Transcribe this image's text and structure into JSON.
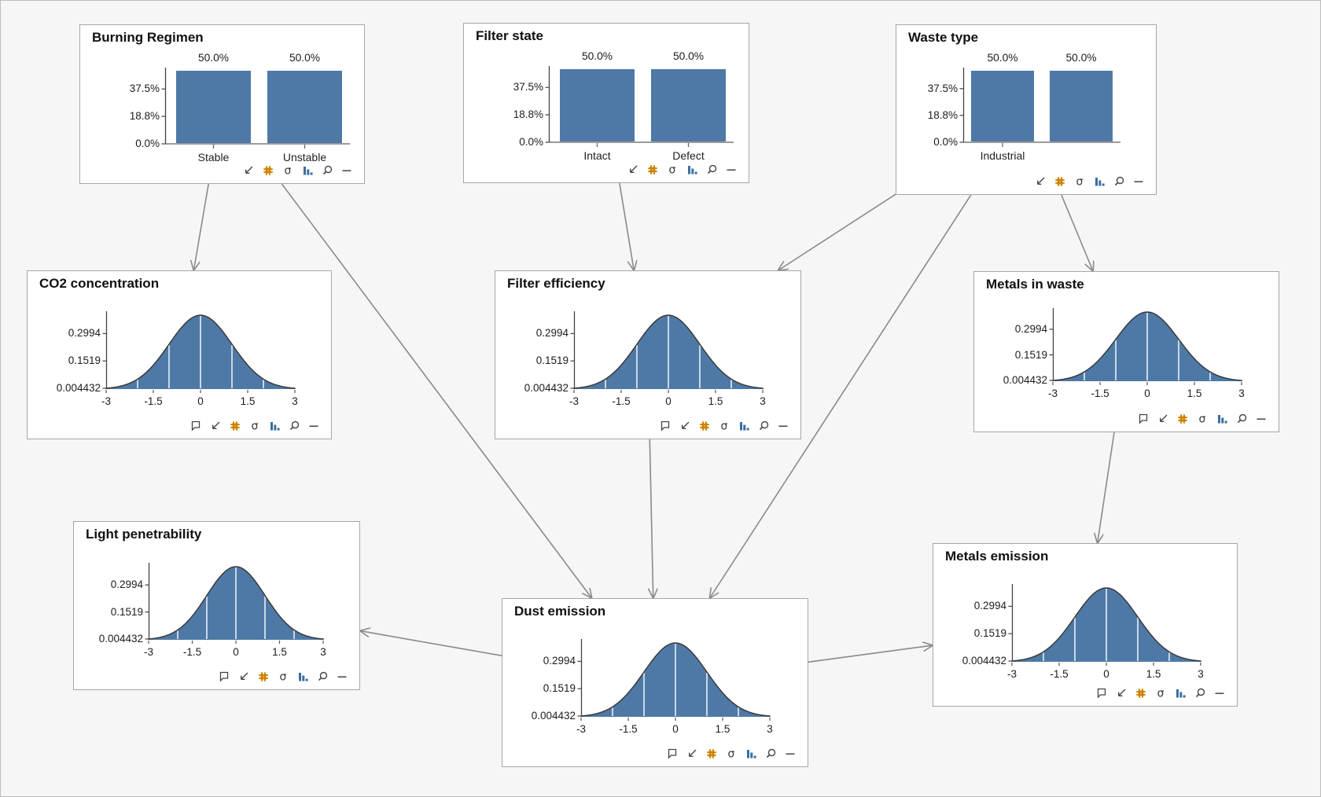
{
  "app": {
    "background": "#f6f6f6",
    "frame_border": "#bdbdbd"
  },
  "colors": {
    "node_fill": "#ffffff",
    "node_border": "#a6a6a6",
    "bar_fill": "#4e79a7",
    "curve_fill": "#4e79a7",
    "curve_outline": "#3a3a3a",
    "gridline_white": "#ffffff",
    "baseline_gray": "#9a9a9a",
    "axis_dark": "#444444",
    "edge_gray": "#8a8a8a",
    "icon_gray": "#444444",
    "icon_orange_fill": "#f7a82a",
    "icon_orange_line": "#c87f00",
    "icon_blue": "#3c6e9f",
    "title_text": "#101010",
    "label_text": "#1c1c1c"
  },
  "nodes": [
    {
      "id": "burning-regimen",
      "title": "Burning Regimen",
      "type": "discrete",
      "chart": {
        "type": "bar",
        "categories": [
          "Stable",
          "Unstable"
        ],
        "values": [
          50,
          50
        ],
        "value_labels": [
          "50.0%",
          "50.0%"
        ],
        "y_ticks": [
          "0.0%",
          "18.8%",
          "37.5%"
        ],
        "ylim": [
          0,
          50
        ]
      },
      "toolbar": [
        "arrow-sw",
        "grid",
        "sigma",
        "histogram",
        "magnifier",
        "dash"
      ]
    },
    {
      "id": "filter-state",
      "title": "Filter state",
      "type": "discrete",
      "chart": {
        "type": "bar",
        "categories": [
          "Intact",
          "Defect"
        ],
        "values": [
          50,
          50
        ],
        "value_labels": [
          "50.0%",
          "50.0%"
        ],
        "y_ticks": [
          "0.0%",
          "18.8%",
          "37.5%"
        ],
        "ylim": [
          0,
          50
        ]
      },
      "toolbar": [
        "arrow-sw",
        "grid",
        "sigma",
        "histogram",
        "magnifier",
        "dash"
      ]
    },
    {
      "id": "waste-type",
      "title": "Waste type",
      "type": "discrete",
      "chart": {
        "type": "bar",
        "categories": [
          "Industrial",
          ""
        ],
        "values": [
          50,
          50
        ],
        "value_labels": [
          "50.0%",
          "50.0%"
        ],
        "y_ticks": [
          "0.0%",
          "18.8%",
          "37.5%"
        ],
        "ylim": [
          0,
          50
        ]
      },
      "toolbar": [
        "arrow-sw",
        "grid",
        "sigma",
        "histogram",
        "magnifier",
        "dash"
      ]
    },
    {
      "id": "co2-concentration",
      "title": "CO2 concentration",
      "type": "continuous",
      "chart": {
        "type": "area",
        "distribution": "gaussian",
        "x_range": [
          -3,
          3
        ],
        "x_ticks": [
          "-3",
          "-1.5",
          "0",
          "1.5",
          "3"
        ],
        "y_ticks": [
          "0.004432",
          "0.1519",
          "0.2994"
        ],
        "peak_value": 0.3989,
        "gridlines_x": [
          -2,
          -1,
          0,
          1,
          2
        ]
      },
      "toolbar": [
        "flag",
        "arrow-sw",
        "grid",
        "sigma",
        "histogram",
        "magnifier",
        "dash"
      ]
    },
    {
      "id": "filter-efficiency",
      "title": "Filter efficiency",
      "type": "continuous",
      "chart": {
        "type": "area",
        "distribution": "gaussian",
        "x_range": [
          -3,
          3
        ],
        "x_ticks": [
          "-3",
          "-1.5",
          "0",
          "1.5",
          "3"
        ],
        "y_ticks": [
          "0.004432",
          "0.1519",
          "0.2994"
        ],
        "peak_value": 0.3989,
        "gridlines_x": [
          -2,
          -1,
          0,
          1,
          2
        ]
      },
      "toolbar": [
        "flag",
        "arrow-sw",
        "grid",
        "sigma",
        "histogram",
        "magnifier",
        "dash"
      ]
    },
    {
      "id": "metals-in-waste",
      "title": "Metals in waste",
      "type": "continuous",
      "chart": {
        "type": "area",
        "distribution": "gaussian",
        "x_range": [
          -3,
          3
        ],
        "x_ticks": [
          "-3",
          "-1.5",
          "0",
          "1.5",
          "3"
        ],
        "y_ticks": [
          "0.004432",
          "0.1519",
          "0.2994"
        ],
        "peak_value": 0.3989,
        "gridlines_x": [
          -2,
          -1,
          0,
          1,
          2
        ]
      },
      "toolbar": [
        "flag",
        "arrow-sw",
        "grid",
        "sigma",
        "histogram",
        "magnifier",
        "dash"
      ]
    },
    {
      "id": "light-penetrability",
      "title": "Light penetrability",
      "type": "continuous",
      "chart": {
        "type": "area",
        "distribution": "gaussian",
        "x_range": [
          -3,
          3
        ],
        "x_ticks": [
          "-3",
          "-1.5",
          "0",
          "1.5",
          "3"
        ],
        "y_ticks": [
          "0.004432",
          "0.1519",
          "0.2994"
        ],
        "peak_value": 0.3989,
        "gridlines_x": [
          -2,
          -1,
          0,
          1,
          2
        ]
      },
      "toolbar": [
        "flag",
        "arrow-sw",
        "grid",
        "sigma",
        "histogram",
        "magnifier",
        "dash"
      ]
    },
    {
      "id": "dust-emission",
      "title": "Dust emission",
      "type": "continuous",
      "chart": {
        "type": "area",
        "distribution": "gaussian",
        "x_range": [
          -3,
          3
        ],
        "x_ticks": [
          "-3",
          "-1.5",
          "0",
          "1.5",
          "3"
        ],
        "y_ticks": [
          "0.004432",
          "0.1519",
          "0.2994"
        ],
        "peak_value": 0.3989,
        "gridlines_x": [
          -2,
          -1,
          0,
          1,
          2
        ]
      },
      "toolbar": [
        "flag",
        "arrow-sw",
        "grid",
        "sigma",
        "histogram",
        "magnifier",
        "dash"
      ]
    },
    {
      "id": "metals-emission",
      "title": "Metals emission",
      "type": "continuous",
      "chart": {
        "type": "area",
        "distribution": "gaussian",
        "x_range": [
          -3,
          3
        ],
        "x_ticks": [
          "-3",
          "-1.5",
          "0",
          "1.5",
          "3"
        ],
        "y_ticks": [
          "0.004432",
          "0.1519",
          "0.2994"
        ],
        "peak_value": 0.3989,
        "gridlines_x": [
          -2,
          -1,
          0,
          1,
          2
        ]
      },
      "toolbar": [
        "flag",
        "arrow-sw",
        "grid",
        "sigma",
        "histogram",
        "magnifier",
        "dash"
      ]
    }
  ],
  "edges": [
    {
      "from": "burning-regimen",
      "to": "co2-concentration"
    },
    {
      "from": "burning-regimen",
      "to": "dust-emission"
    },
    {
      "from": "filter-state",
      "to": "filter-efficiency"
    },
    {
      "from": "waste-type",
      "to": "filter-efficiency"
    },
    {
      "from": "waste-type",
      "to": "metals-in-waste"
    },
    {
      "from": "waste-type",
      "to": "dust-emission"
    },
    {
      "from": "filter-efficiency",
      "to": "dust-emission"
    },
    {
      "from": "metals-in-waste",
      "to": "metals-emission"
    },
    {
      "from": "dust-emission",
      "to": "light-penetrability"
    },
    {
      "from": "dust-emission",
      "to": "metals-emission"
    }
  ]
}
